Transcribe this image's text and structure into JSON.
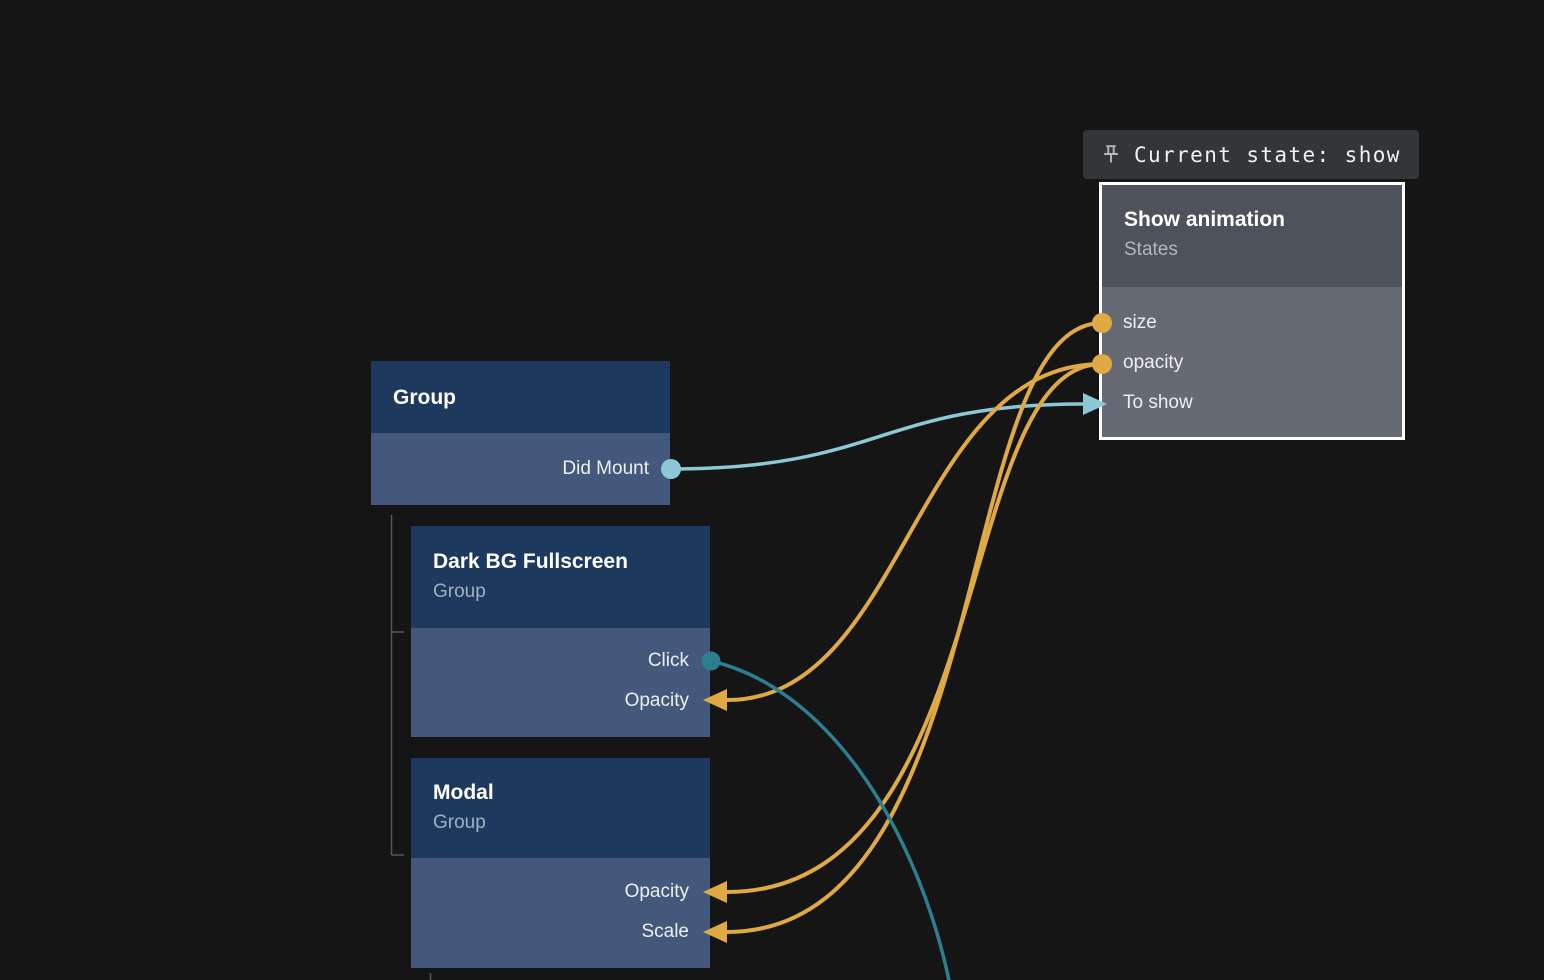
{
  "window": {
    "background": "#151515"
  },
  "status_pill": {
    "icon": "pin-icon",
    "label": "Current state: show",
    "background": "#333639",
    "text_color": "#f0f1f2"
  },
  "nodes": [
    {
      "id": "group",
      "title": "Group",
      "subtitle": "",
      "theme": "navy",
      "rows": [
        {
          "label": "Did Mount",
          "port": "output-dot",
          "port_color": "#8cc8d5"
        }
      ]
    },
    {
      "id": "dark-bg-fullscreen",
      "title": "Dark BG Fullscreen",
      "subtitle": "Group",
      "theme": "navy",
      "rows": [
        {
          "label": "Click",
          "port": "output-dot",
          "port_color": "#2d7e90"
        },
        {
          "label": "Opacity",
          "port": "input-arrow",
          "port_color": "#dfa944"
        }
      ]
    },
    {
      "id": "modal",
      "title": "Modal",
      "subtitle": "Group",
      "theme": "navy",
      "rows": [
        {
          "label": "Opacity",
          "port": "input-arrow",
          "port_color": "#dfa944"
        },
        {
          "label": "Scale",
          "port": "input-arrow",
          "port_color": "#dfa944"
        }
      ]
    },
    {
      "id": "show-animation",
      "title": "Show animation",
      "subtitle": "States",
      "theme": "gray",
      "rows": [
        {
          "label": "size",
          "port": "output-dot",
          "port_color": "#dfa944"
        },
        {
          "label": "opacity",
          "port": "output-dot",
          "port_color": "#dfa944"
        },
        {
          "label": "To show",
          "port": "input-arrow",
          "port_color": "#8cc8d5"
        }
      ]
    }
  ],
  "edges": [
    {
      "from": "group.did-mount",
      "to": "show-animation.to-show",
      "color": "#8cc8d5"
    },
    {
      "from": "show-animation.opacity",
      "to": "dark-bg-fullscreen.opacity",
      "color": "#dfa944"
    },
    {
      "from": "show-animation.opacity",
      "to": "modal.opacity",
      "color": "#dfa944"
    },
    {
      "from": "show-animation.size",
      "to": "modal.scale",
      "color": "#dfa944"
    },
    {
      "from": "dark-bg-fullscreen.click",
      "to": "offscreen-bottom",
      "color": "#2d7e90"
    }
  ],
  "colors": {
    "background": "#151515",
    "navy_header": "#1d3a5e",
    "navy_body": "#44587b",
    "gray_header": "#4d525c",
    "gray_body": "#656a74",
    "node_border": "#ffffff",
    "yellow_wire": "#dfa944",
    "light_teal_wire": "#8cc8d5",
    "dark_teal_wire": "#2d7e90",
    "tree_line": "#54575b"
  }
}
